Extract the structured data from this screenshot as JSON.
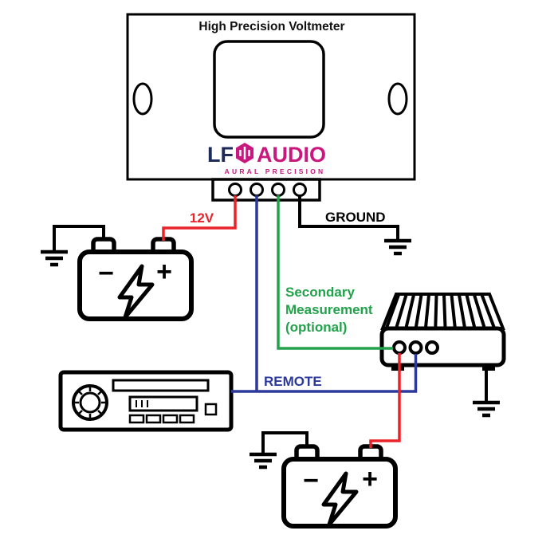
{
  "diagram": {
    "title": "High Precision Voltmeter",
    "logo": {
      "lf": "LF",
      "audio": "AUDIO",
      "tagline": "AURAL PRECISION"
    },
    "labels": {
      "power": "12V",
      "ground": "GROUND",
      "remote": "REMOTE",
      "secondary_lines": [
        "Secondary",
        "Measurement",
        "(optional)"
      ]
    },
    "battery": {
      "minus": "−",
      "plus": "+"
    },
    "colors": {
      "wire_power": "#e8232a",
      "wire_remote": "#2b3a9a",
      "wire_secondary": "#21a24b",
      "wire_ground": "#000000",
      "logo_navy": "#1c2b59",
      "logo_magenta": "#c9177e"
    }
  }
}
